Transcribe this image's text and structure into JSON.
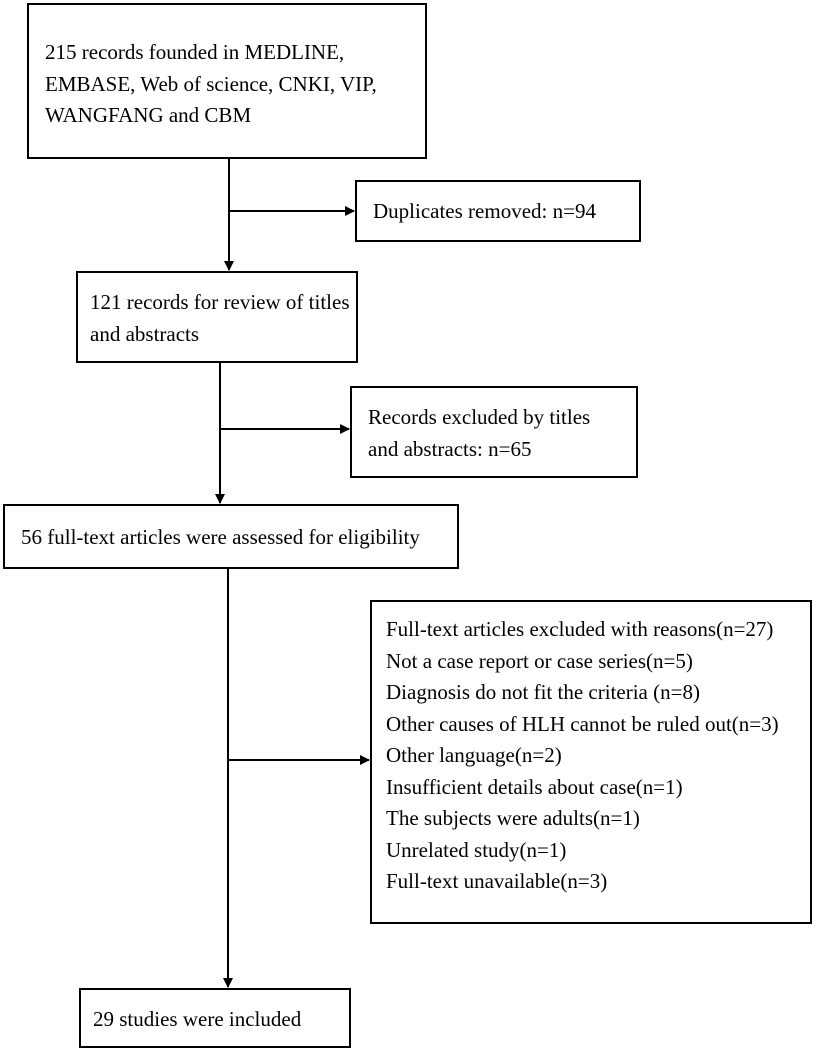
{
  "flowchart": {
    "identification": {
      "lines": [
        "215 records founded in MEDLINE,",
        "EMBASE, Web of science, CNKI, VIP,",
        "WANGFANG and CBM"
      ]
    },
    "duplicates": {
      "lines": [
        "Duplicates removed: n=94"
      ]
    },
    "screening": {
      "lines": [
        "121 records for review of titles",
        "and abstracts"
      ]
    },
    "excluded_titles": {
      "lines": [
        "Records excluded by titles",
        "and abstracts: n=65"
      ]
    },
    "eligibility": {
      "lines": [
        "56 full-text articles were assessed for eligibility"
      ]
    },
    "excluded_fulltext": {
      "lines": [
        "Full-text articles excluded with reasons(n=27)",
        "Not a case report or case series(n=5)",
        "Diagnosis do not fit the criteria (n=8)",
        "Other causes of HLH cannot be ruled out(n=3)",
        "Other language(n=2)",
        "Insufficient details about case(n=1)",
        "The subjects were adults(n=1)",
        "Unrelated study(n=1)",
        "Full-text unavailable(n=3)"
      ]
    },
    "included": {
      "lines": [
        "29 studies were included"
      ]
    },
    "colors": {
      "stroke": "#000000",
      "background": "#ffffff"
    }
  }
}
